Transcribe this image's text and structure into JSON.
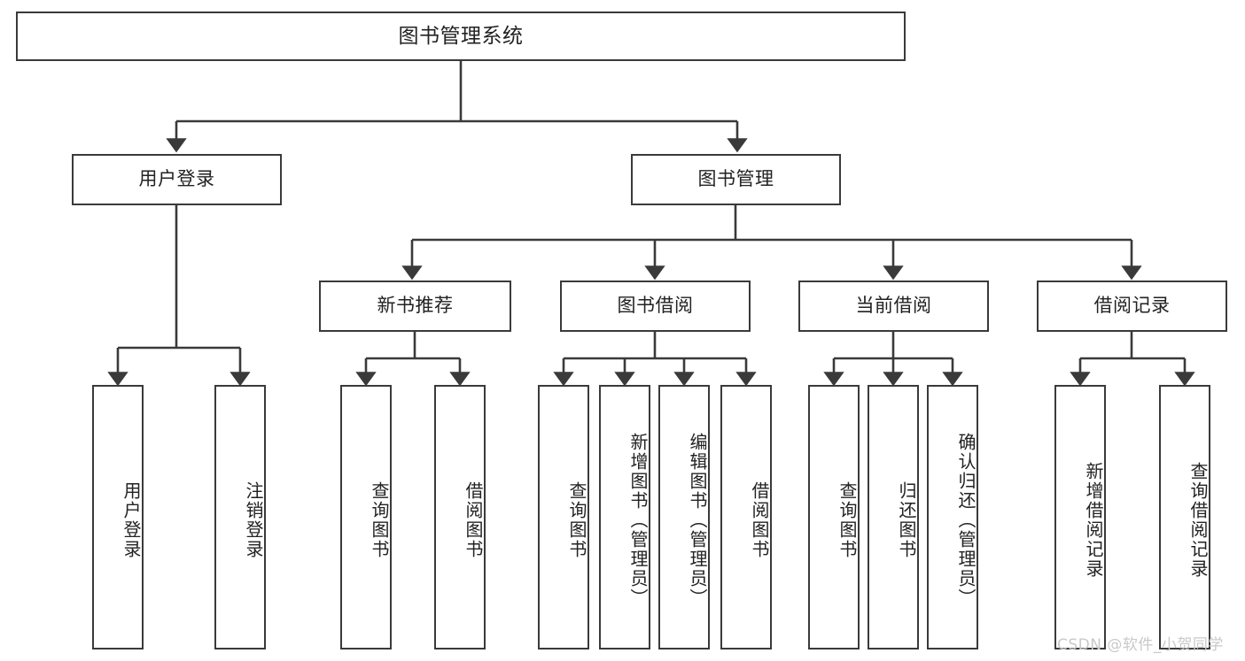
{
  "diagram": {
    "title": "图书管理系统",
    "watermark": "CSDN @软件_小贺同学",
    "colors": {
      "background": "#ffffff",
      "box_border": "#3a3a3a",
      "connector": "#3a3a3a",
      "text": "#222222",
      "watermark": "#c9c9c9"
    },
    "root": {
      "label": "图书管理系统"
    },
    "level2": [
      {
        "label": "用户登录"
      },
      {
        "label": "图书管理"
      }
    ],
    "level3": [
      {
        "label": "新书推荐"
      },
      {
        "label": "图书借阅"
      },
      {
        "label": "当前借阅"
      },
      {
        "label": "借阅记录"
      }
    ],
    "leaves": {
      "user_login": [
        {
          "label": "用户登录"
        },
        {
          "label": "注销登录"
        }
      ],
      "new_book_recommend": [
        {
          "label": "查询图书"
        },
        {
          "label": "借阅图书"
        }
      ],
      "book_borrow": [
        {
          "label": "查询图书"
        },
        {
          "label": "新增图书（管理员）"
        },
        {
          "label": "编辑图书（管理员）"
        },
        {
          "label": "借阅图书"
        }
      ],
      "current_borrow": [
        {
          "label": "查询图书"
        },
        {
          "label": "归还图书"
        },
        {
          "label": "确认归还（管理员）"
        }
      ],
      "borrow_record": [
        {
          "label": "新增借阅记录"
        },
        {
          "label": "查询借阅记录"
        }
      ]
    }
  }
}
